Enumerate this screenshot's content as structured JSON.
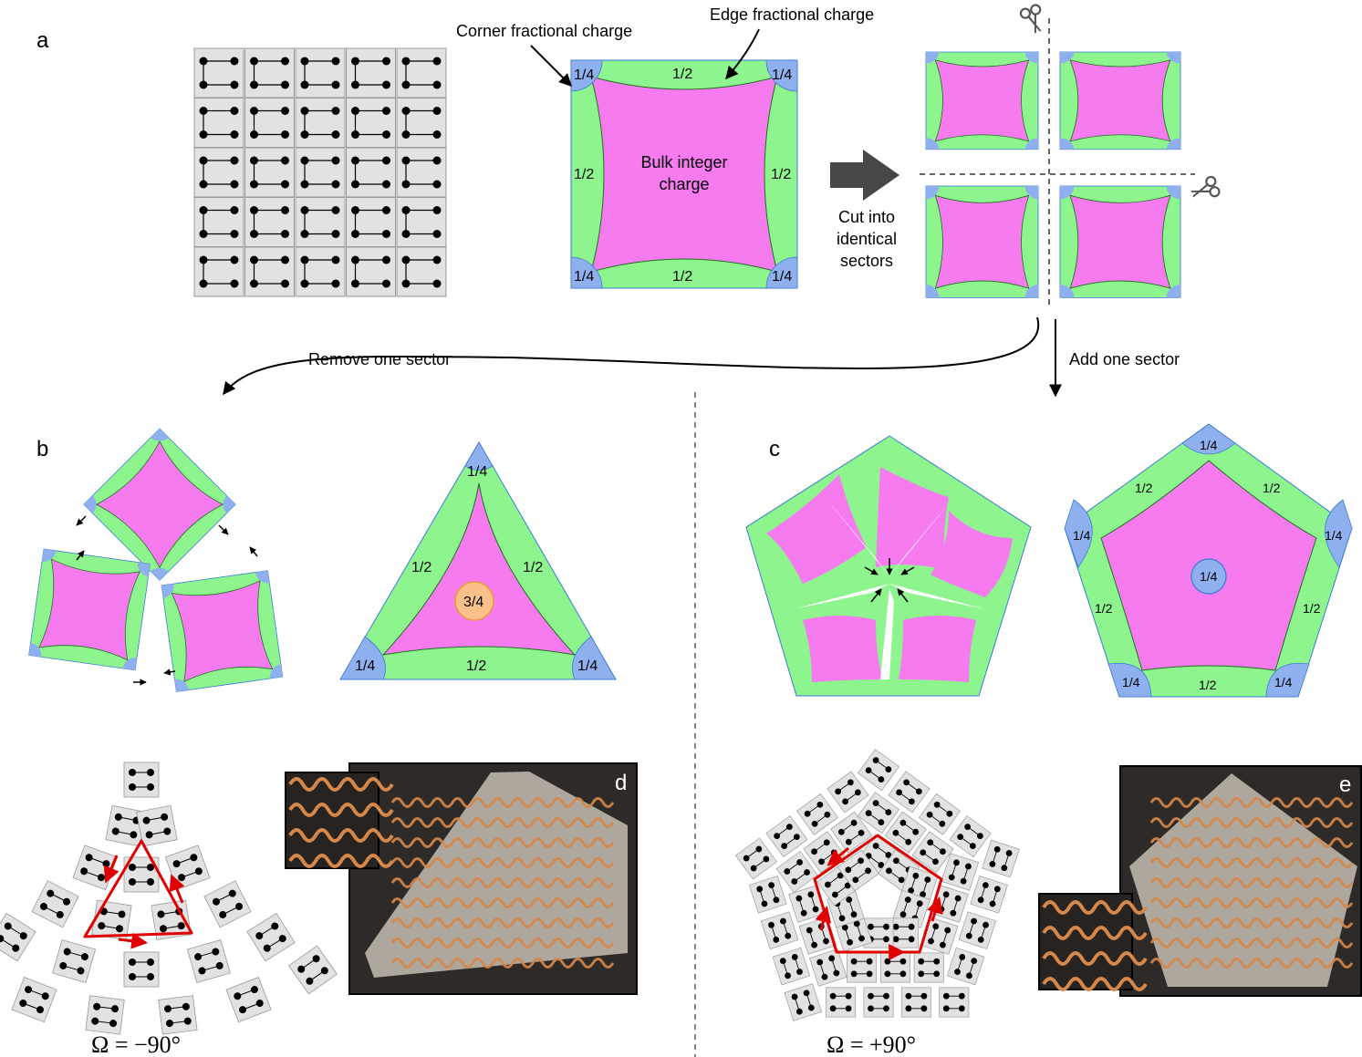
{
  "panels": {
    "a": "a",
    "b": "b",
    "c": "c",
    "d": "d",
    "e": "e"
  },
  "annotations": {
    "corner": "Corner fractional charge",
    "edge": "Edge fractional charge",
    "bulk_line1": "Bulk integer",
    "bulk_line2": "charge",
    "cut_line1": "Cut into",
    "cut_line2": "identical",
    "cut_line3": "sectors",
    "remove": "Remove one sector",
    "add": "Add one sector"
  },
  "fractions": {
    "quarter": "1/4",
    "half": "1/2",
    "three_quarter": "3/4"
  },
  "omegas": {
    "left": "Ω = −90°",
    "right": "Ω = +90°"
  },
  "colors": {
    "edge_green": "#8ef58e",
    "bulk_magenta": "#f57bef",
    "corner_blue": "#8fb0ef",
    "center_orange": "#f9c08a",
    "loop_red": "#e00000",
    "tile_gray": "#e2e2e2"
  },
  "icons": [
    "scissors-icon",
    "arrow-right-icon"
  ]
}
